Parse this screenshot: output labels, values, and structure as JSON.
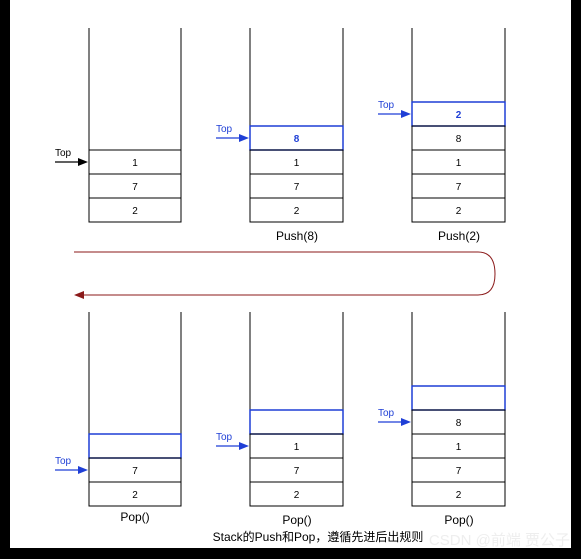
{
  "stacks": [
    {
      "cells": [
        {
          "text": "1",
          "highlight": false
        },
        {
          "text": "7",
          "highlight": false
        },
        {
          "text": "2",
          "highlight": false
        }
      ],
      "top_label": "Top",
      "top_color": "#000000",
      "caption": ""
    },
    {
      "cells": [
        {
          "text": "8",
          "highlight": true
        },
        {
          "text": "1",
          "highlight": false
        },
        {
          "text": "7",
          "highlight": false
        },
        {
          "text": "2",
          "highlight": false
        }
      ],
      "top_label": "Top",
      "top_color": "#1f3fd6",
      "caption": "Push(8)"
    },
    {
      "cells": [
        {
          "text": "2",
          "highlight": true
        },
        {
          "text": "8",
          "highlight": false
        },
        {
          "text": "1",
          "highlight": false
        },
        {
          "text": "7",
          "highlight": false
        },
        {
          "text": "2",
          "highlight": false
        }
      ],
      "top_label": "Top",
      "top_color": "#1f3fd6",
      "caption": "Push(2)"
    },
    {
      "cells": [
        {
          "text": "",
          "highlight": true
        },
        {
          "text": "7",
          "highlight": false
        },
        {
          "text": "2",
          "highlight": false
        }
      ],
      "top_label": "Top",
      "top_color": "#1f3fd6",
      "caption": "Pop()"
    },
    {
      "cells": [
        {
          "text": "",
          "highlight": true
        },
        {
          "text": "1",
          "highlight": false
        },
        {
          "text": "7",
          "highlight": false
        },
        {
          "text": "2",
          "highlight": false
        }
      ],
      "top_label": "Top",
      "top_color": "#1f3fd6",
      "caption": "Pop()"
    },
    {
      "cells": [
        {
          "text": "",
          "highlight": true
        },
        {
          "text": "8",
          "highlight": false
        },
        {
          "text": "1",
          "highlight": false
        },
        {
          "text": "7",
          "highlight": false
        },
        {
          "text": "2",
          "highlight": false
        }
      ],
      "top_label": "Top",
      "top_color": "#1f3fd6",
      "caption": "Pop()"
    }
  ],
  "footer_caption": "Stack的Push和Pop，遵循先进后出规则",
  "watermark": "CSDN @前端 贾公子",
  "colors": {
    "highlight": "#1f3fd6",
    "connector": "#8b1a1a",
    "background": "#000000",
    "panel": "#ffffff"
  }
}
